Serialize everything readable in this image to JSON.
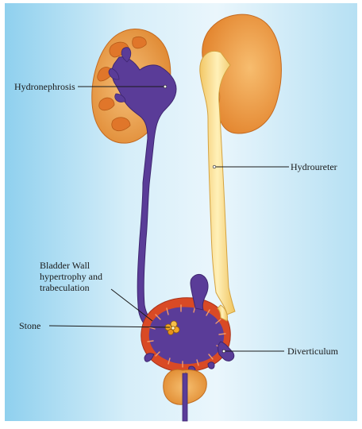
{
  "labels": {
    "hydronephrosis": "Hydronephrosis",
    "hydroureter": "Hydroureter",
    "bladder_wall": "Bladder Wall hypertrophy and trabeculation",
    "stone": "Stone",
    "diverticulum": "Diverticulum"
  },
  "colors": {
    "background_blue": "#a6d8f0",
    "kidney_orange": "#e0832e",
    "kidney_highlight": "#f4be7a",
    "urine_purple": "#5a3c98",
    "hydroureter_yellow": "#f5d27a",
    "bladder_wall_red": "#d94a25",
    "stone_orange": "#f3a522"
  }
}
